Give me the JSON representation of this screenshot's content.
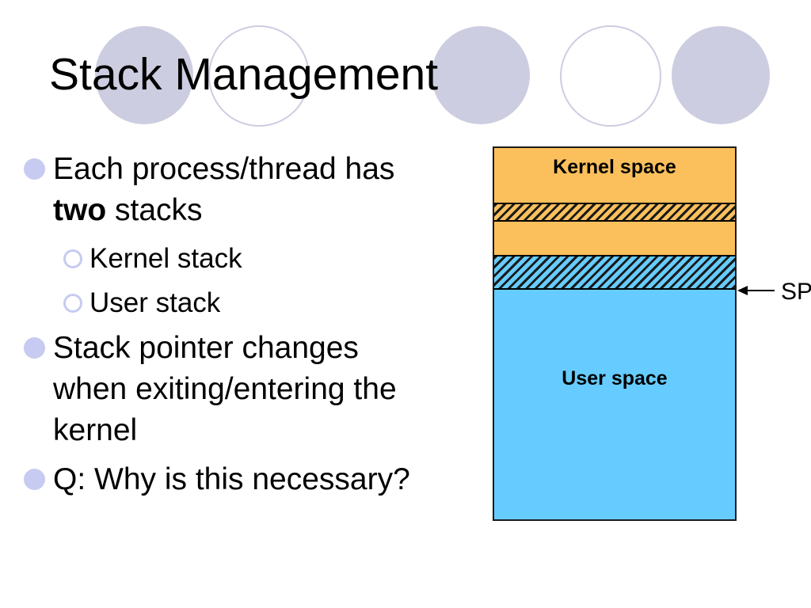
{
  "slide": {
    "title": "Stack Management"
  },
  "content": {
    "bullets": [
      {
        "level": 1,
        "parts": [
          "Each process/thread has\n",
          "two",
          " stacks"
        ]
      },
      {
        "level": 2,
        "text": "Kernel stack"
      },
      {
        "level": 2,
        "text": "User stack"
      },
      {
        "level": 1,
        "text": "Stack pointer changes\nwhen exiting/entering the\nkernel"
      },
      {
        "level": 1,
        "text": "Q: Why is this necessary?"
      }
    ]
  },
  "diagram": {
    "regions": [
      {
        "label": "Kernel space",
        "fill": "#FBC05C",
        "hatched": false
      },
      {
        "label": "",
        "fill": "#FBC05C",
        "hatched": true
      },
      {
        "label": "",
        "fill": "#FBC05C",
        "hatched": false
      },
      {
        "label": "",
        "fill": "#66CCFF",
        "hatched": true
      },
      {
        "label": "User space",
        "fill": "#66CCFF",
        "hatched": false
      }
    ],
    "sp_label": "SP"
  },
  "colors": {
    "kernel_fill": "#FBC05C",
    "user_fill": "#66CCFF",
    "decor_circle": "#CDCDE1",
    "bullet": "#C7CBF1",
    "text": "#000000"
  }
}
